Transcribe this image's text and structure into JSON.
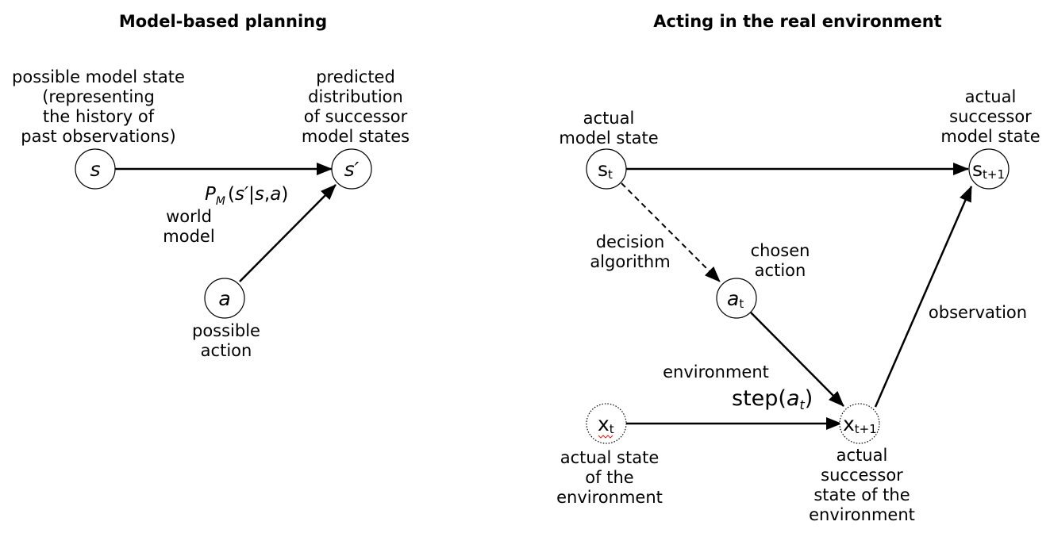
{
  "left_panel": {
    "title": "Model-based planning",
    "state_node": "s",
    "successor_node": "s′",
    "action_node": "a",
    "state_label": [
      "possible model state",
      "(representing",
      "the history of",
      "past observations)"
    ],
    "successor_label": [
      "predicted",
      "distribution",
      "of successor",
      "model states"
    ],
    "action_label": [
      "possible",
      "action"
    ],
    "edge_label": [
      "world",
      "model"
    ],
    "formula": {
      "p": "P",
      "sub": "M",
      "open": "(",
      "s_prime": "s′",
      "bar": "|",
      "s": "s",
      "comma": ",",
      "a": "a",
      "close": ")"
    }
  },
  "right_panel": {
    "title": "Acting in the real environment",
    "st_node": {
      "base": "s",
      "sub": "t"
    },
    "st1_node": {
      "base": "s",
      "sub": "t+1"
    },
    "at_node": {
      "base": "a",
      "sub": "t"
    },
    "xt_node": {
      "base": "x",
      "sub": "t"
    },
    "xt1_node": {
      "base": "x",
      "sub": "t+1"
    },
    "st_label": [
      "actual",
      "model state"
    ],
    "st1_label": [
      "actual",
      "successor",
      "model state"
    ],
    "decision_label": [
      "decision",
      "algorithm"
    ],
    "chosen_label": [
      "chosen",
      "action"
    ],
    "observation_label": "observation",
    "env_label": "environment",
    "step_label": {
      "word": "step",
      "open": "(",
      "a": "a",
      "sub": "t",
      "close": ")"
    },
    "xt_label": [
      "actual state",
      "of the",
      "environment"
    ],
    "xt1_label": [
      "actual",
      "successor",
      "state of the",
      "environment"
    ]
  }
}
